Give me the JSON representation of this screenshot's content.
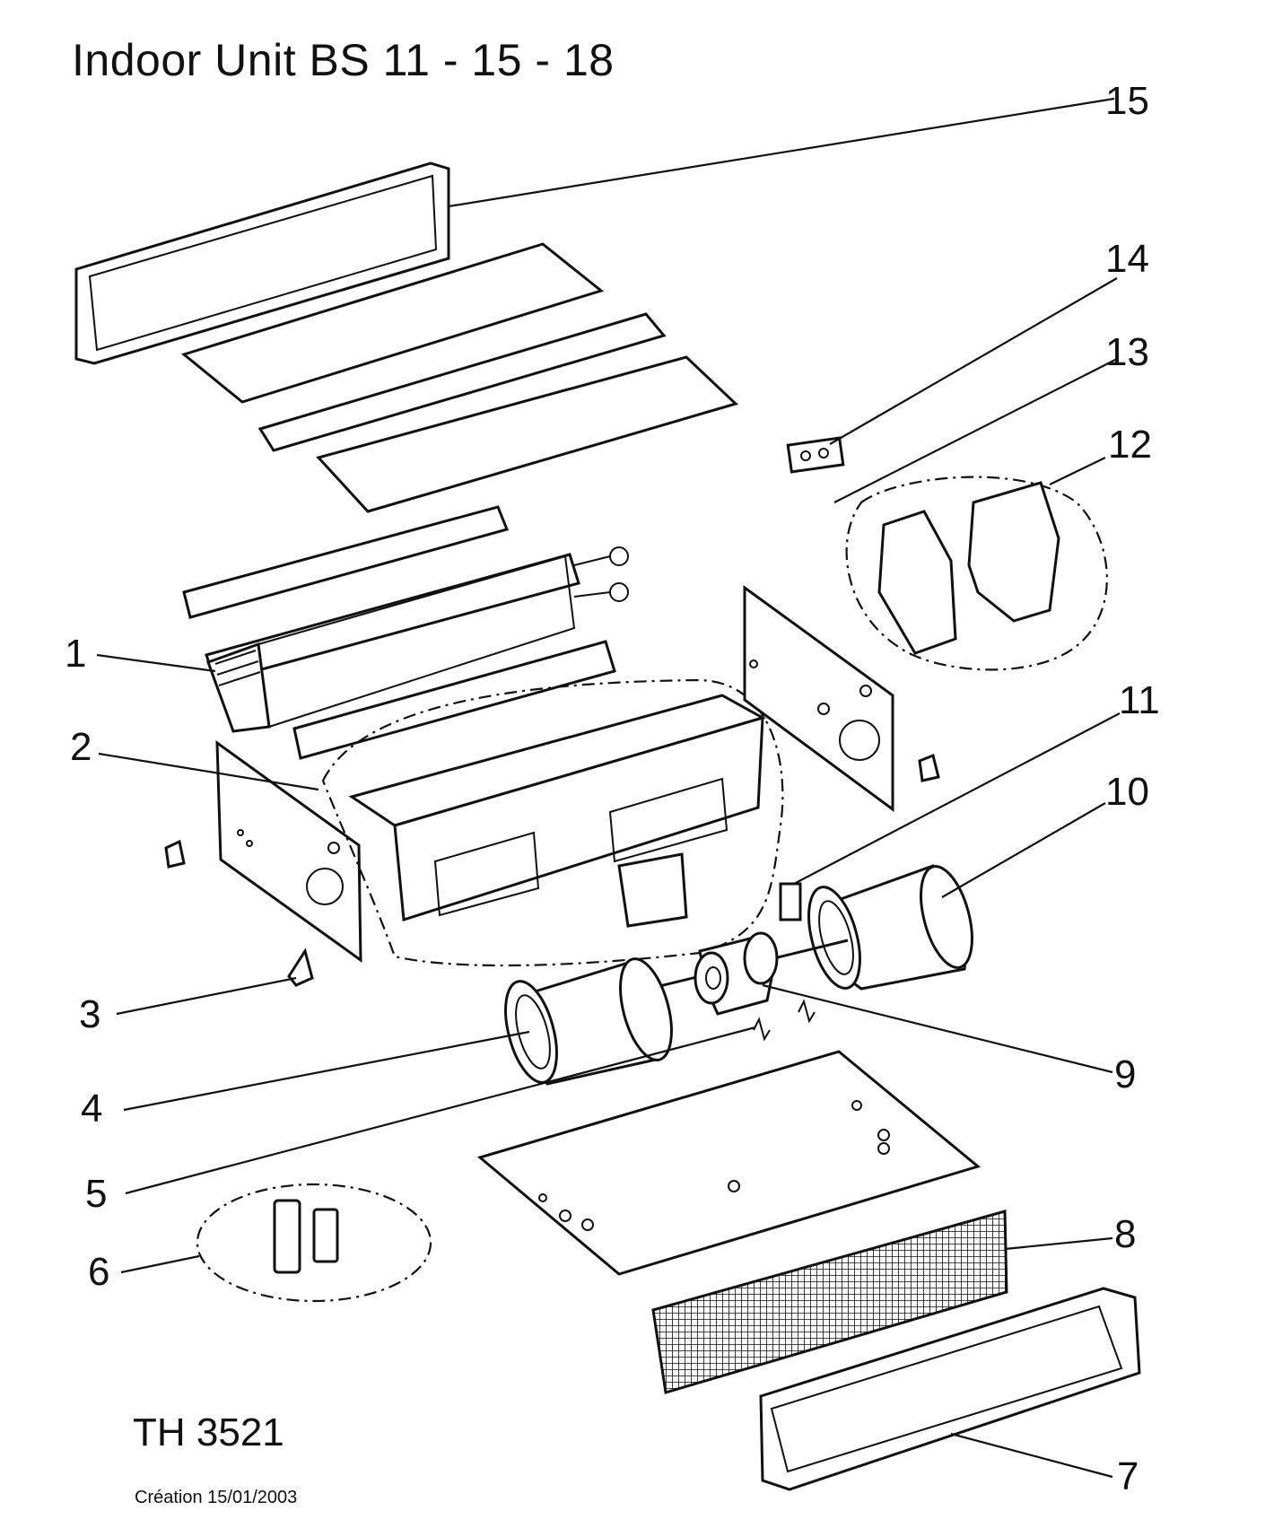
{
  "header": {
    "title": "Indoor Unit BS 11 - 15 - 18"
  },
  "footer": {
    "reference": "TH 3521",
    "creation": "Création 15/01/2003"
  },
  "callouts": [
    "1",
    "2",
    "3",
    "4",
    "5",
    "6",
    "7",
    "8",
    "9",
    "10",
    "11",
    "12",
    "13",
    "14",
    "15"
  ]
}
